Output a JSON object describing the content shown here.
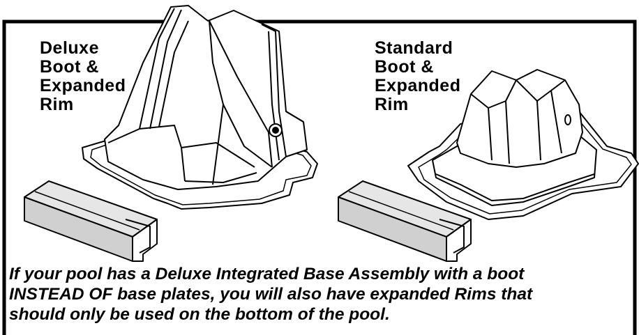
{
  "labels": {
    "deluxe": [
      "Deluxe",
      "Boot &",
      "Expanded",
      "Rim"
    ],
    "standard": [
      "Standard",
      "Boot &",
      "Expanded",
      "Rim"
    ]
  },
  "caption": [
    "If your pool has a Deluxe Integrated Base Assembly with a boot",
    "INSTEAD OF base plates, you will also have expanded Rims that",
    "should only be used on the bottom of the pool."
  ],
  "illustrations": {
    "deluxe_boot": "deluxe-boot-drawing",
    "standard_boot": "standard-boot-drawing",
    "rim": "expanded-rim-drawing"
  },
  "colors": {
    "ink": "#000000",
    "paper": "#ffffff",
    "rim_shade": "#d9d9d9"
  }
}
